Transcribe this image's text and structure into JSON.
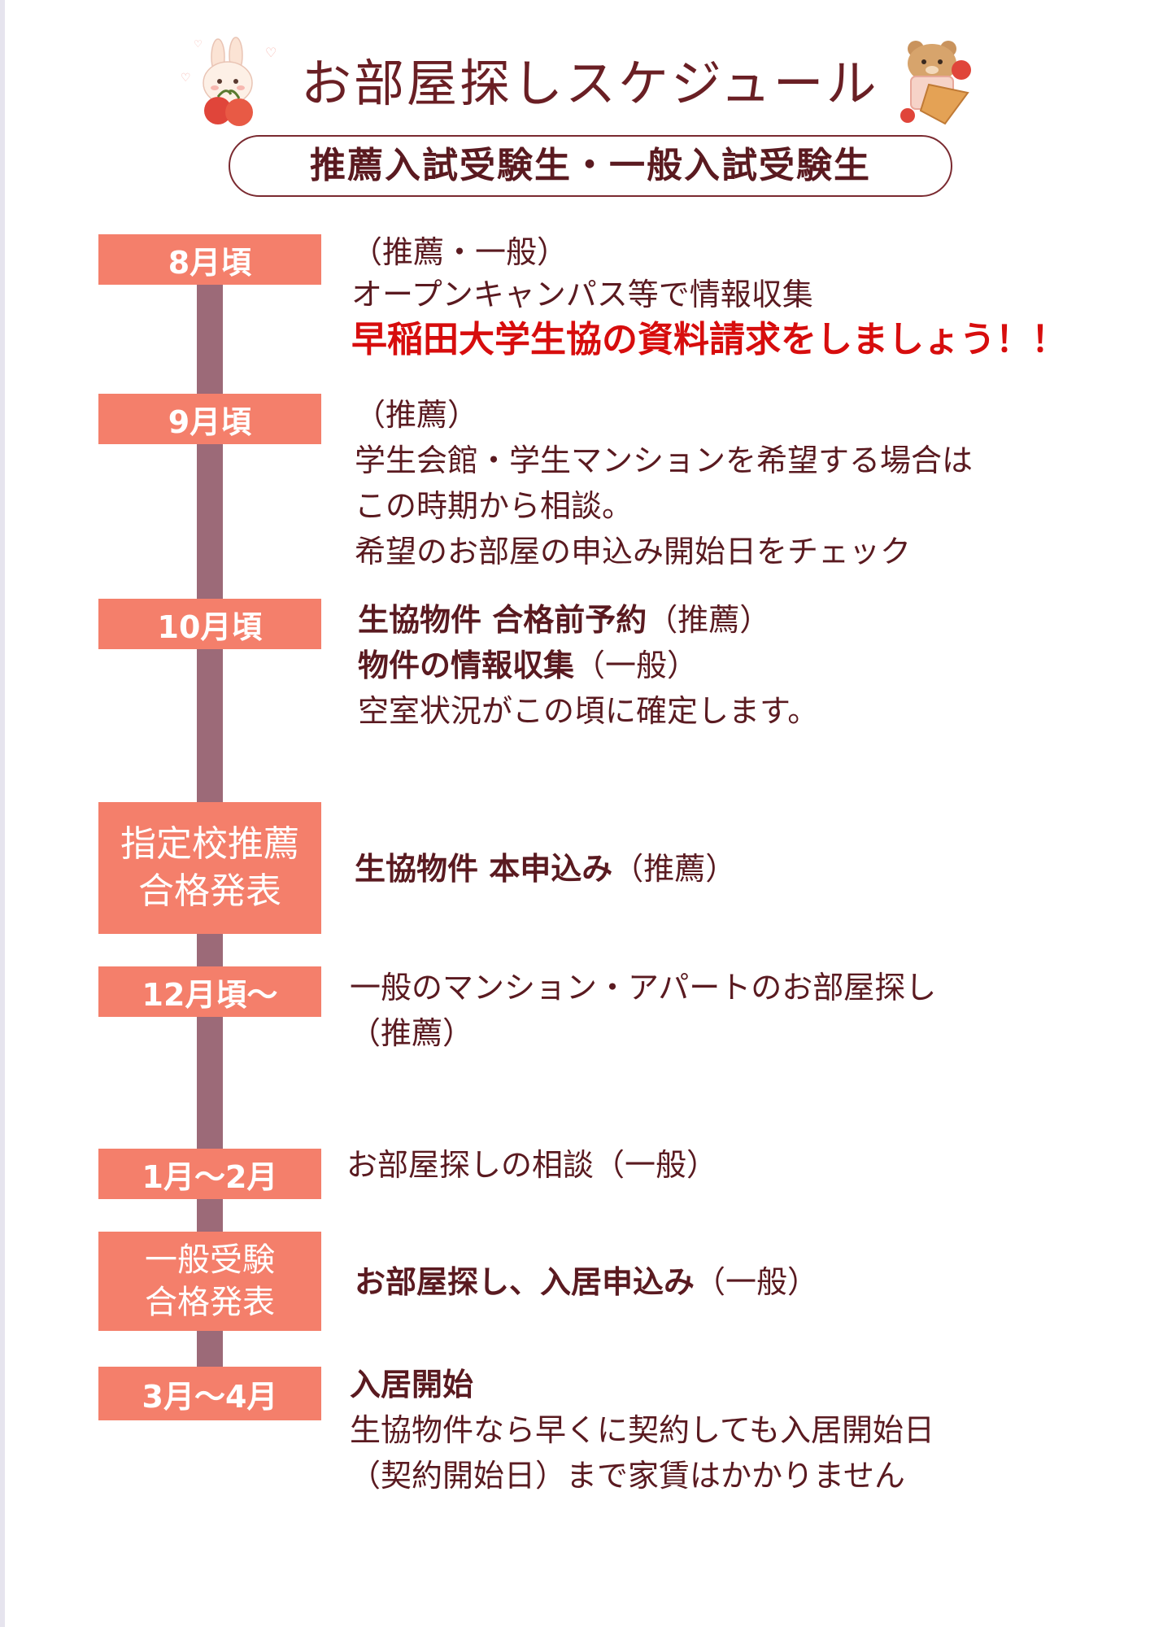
{
  "header": {
    "title": "お部屋探しスケジュール",
    "subtitle": "推薦入試受験生・一般入試受験生"
  },
  "colors": {
    "label_bg": "#f47f6b",
    "spine": "#9c6a78",
    "text": "#5a1a20",
    "highlight": "#d70d0d"
  },
  "timeline": [
    {
      "label": [
        "8月頃"
      ],
      "lines": [
        "（推薦・一般）",
        "オープンキャンパス等で情報収集"
      ],
      "highlight": "早稲田大学生協の資料請求をしましょう！！"
    },
    {
      "label": [
        "9月頃"
      ],
      "lines": [
        "（推薦）",
        "学生会館・学生マンションを希望する場合は",
        "この時期から相談。",
        "希望のお部屋の申込み開始日をチェック"
      ]
    },
    {
      "label": [
        "10月頃"
      ],
      "rich": [
        {
          "bold": "生協物件 合格前予約",
          "normal": "（推薦）"
        },
        {
          "bold": "物件の情報収集",
          "normal": "（一般）"
        },
        {
          "bold": "",
          "normal": "空室状況がこの頃に確定します。"
        }
      ]
    },
    {
      "label": [
        "指定校推薦",
        "合格発表"
      ],
      "rich": [
        {
          "bold": "生協物件 本申込み",
          "normal": "（推薦）"
        }
      ]
    },
    {
      "label": [
        "12月頃〜"
      ],
      "lines": [
        "一般のマンション・アパートのお部屋探し",
        "（推薦）"
      ]
    },
    {
      "label": [
        "1月〜2月"
      ],
      "lines": [
        "お部屋探しの相談（一般）"
      ]
    },
    {
      "label": [
        "一般受験",
        "合格発表"
      ],
      "rich": [
        {
          "bold": "お部屋探し、入居申込み",
          "normal": "（一般）"
        }
      ]
    },
    {
      "label": [
        "3月〜4月"
      ],
      "rich": [
        {
          "bold": "入居開始",
          "normal": ""
        },
        {
          "bold": "",
          "normal": "生協物件なら早くに契約しても入居開始日"
        },
        {
          "bold": "",
          "normal": "（契約開始日）まで家賃はかかりません"
        }
      ]
    }
  ]
}
